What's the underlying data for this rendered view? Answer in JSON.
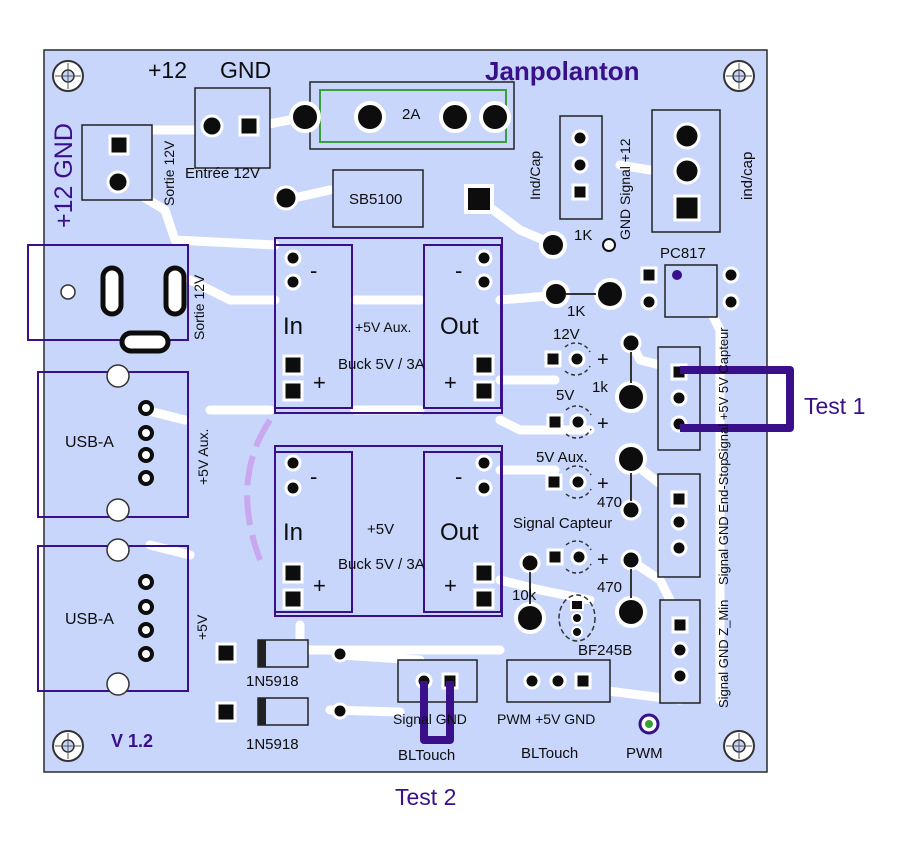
{
  "board": {
    "title": "Janpolanton",
    "version": "V 1.2",
    "power_left": "+12 GND",
    "power_top_12": "+12",
    "power_top_gnd": "GND",
    "sortie_12v_1": "Sortie 12V",
    "sortie_12v_2": "Sortie 12V",
    "entree_12v": "Entrée 12V",
    "fuse": "2A",
    "diode_sb": "SB5100",
    "ind_cap_left": "Ind/Cap",
    "signal_12": "GND Signal +12",
    "ind_cap_right": "ind/cap",
    "r1k_a": "1K",
    "r1k_b": "1K",
    "pc817": "PC817",
    "in_1": "In",
    "out_1": "Out",
    "aux_5v": "+5V Aux.",
    "buck_1": "Buck 5V / 3A",
    "in_2": "In",
    "out_2": "Out",
    "plus5v_mid": "+5V",
    "buck_2": "Buck 5V / 3A",
    "usb_1": "USB-A",
    "usb_2": "USB-A",
    "aux_side": "+5V Aux.",
    "plus5v_side": "+5V",
    "led_12v": "12V",
    "led_5v": "5V",
    "led_5v_aux": "5V Aux.",
    "r1k_c": "1k",
    "r470_a": "470",
    "signal_capteur": "Signal Capteur",
    "r470_b": "470",
    "r10k": "10k",
    "bf245b": "BF245B",
    "capteur_header": "Signal +5V 5V Capteur",
    "endstop_header": "Signal GND End-Stop",
    "zmin_header": "Signal GND Z_Min",
    "diode_1": "1N5918",
    "diode_2": "1N5918",
    "bl1_pins": "Signal GND",
    "bl1_name": "BLTouch",
    "bl2_pins": "PWM +5V GND",
    "bl2_name": "BLTouch",
    "pwm": "PWM",
    "test_1": "Test 1",
    "test_2": "Test 2"
  },
  "colors": {
    "board_fill": "#c8d6fb",
    "trace": "#ffffff",
    "silkscreen": "#3a0f8a",
    "pad": "#0d0d0d",
    "highlight": "#3a9f3a"
  }
}
